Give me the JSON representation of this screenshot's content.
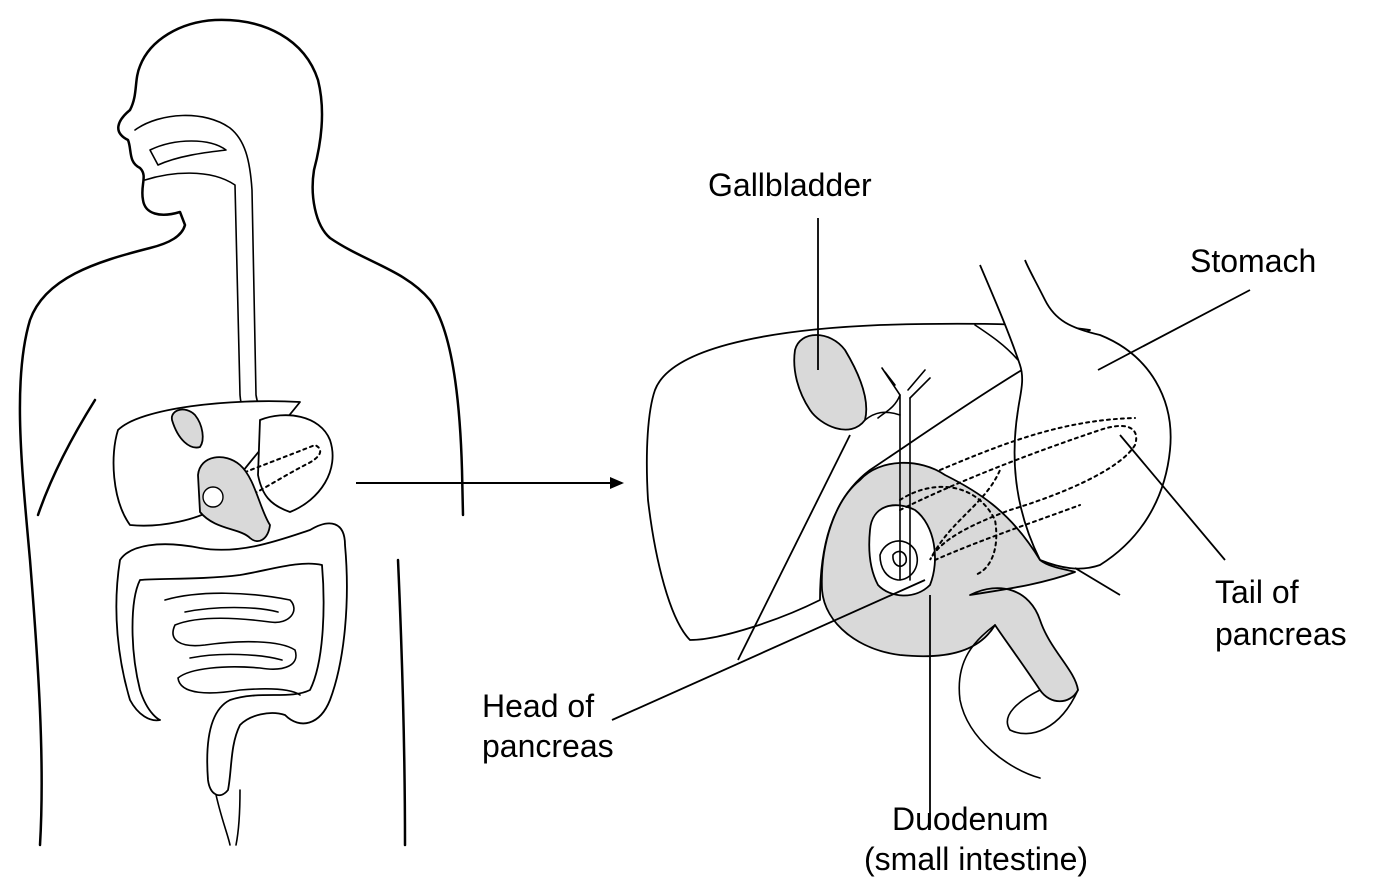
{
  "labels": {
    "gallbladder": "Gallbladder",
    "stomach": "Stomach",
    "tail_line1": "Tail of",
    "tail_line2": "pancreas",
    "head_line1": "Head of",
    "head_line2": "pancreas",
    "duodenum_line1": "Duodenum",
    "duodenum_line2": "(small intestine)"
  },
  "colors": {
    "line": "#000000",
    "organ_shade": "#d9d9d9",
    "background": "#ffffff"
  }
}
